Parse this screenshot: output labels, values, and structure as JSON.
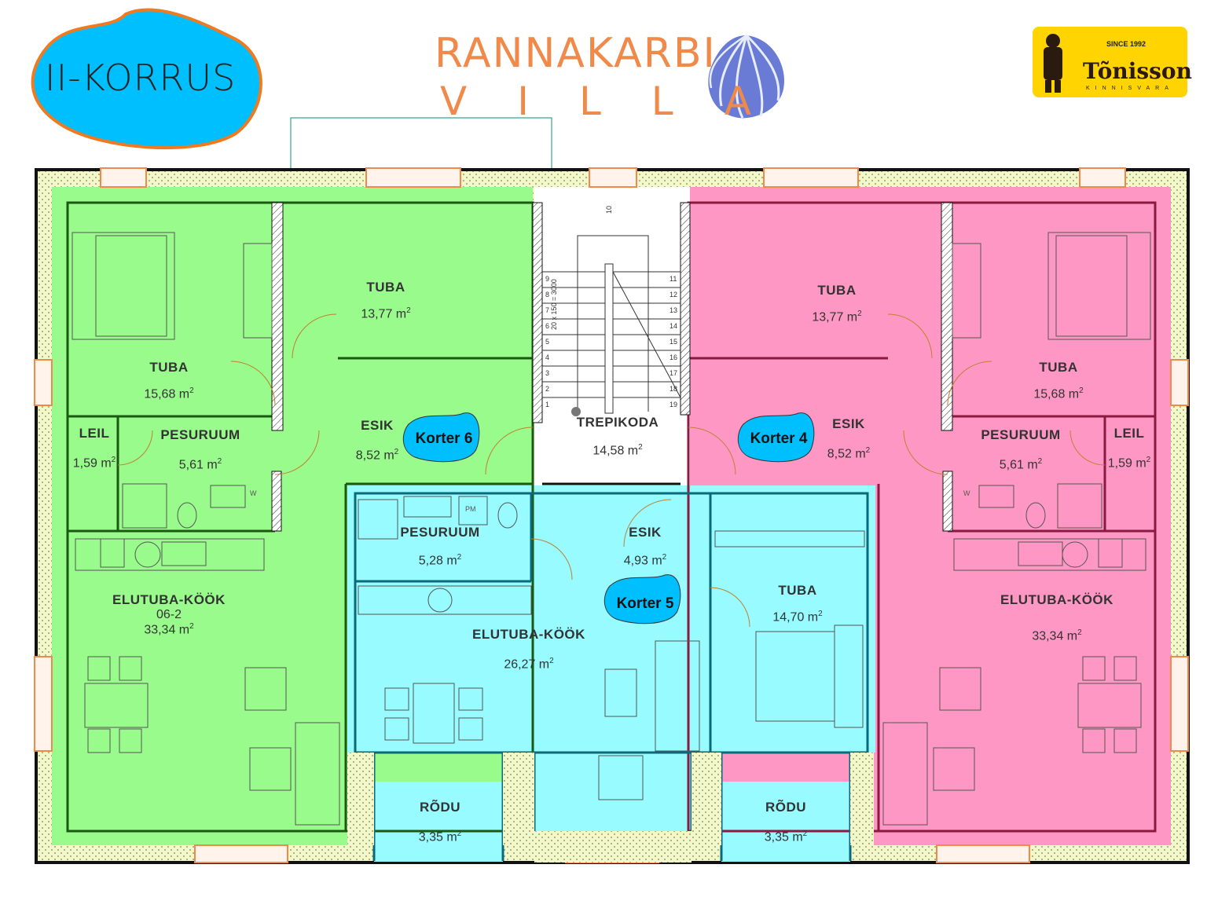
{
  "header": {
    "floor_label": "II-KORRUS",
    "brand_line1": "RANNAKARBI",
    "brand_line2": "VILLA",
    "logo_since": "SINCE 1992",
    "logo_name": "Tõnisson",
    "logo_sub": "KINNISVARA"
  },
  "colors": {
    "unit6": "#98fb8c",
    "unit5": "#97fbff",
    "unit4": "#ff97c4",
    "badge": "#00bfff",
    "accent": "#f08a4b",
    "logo_bg": "#ffd400"
  },
  "units": {
    "korter6": "Korter 6",
    "korter5": "Korter 5",
    "korter4": "Korter 4"
  },
  "rooms": {
    "u6_tuba_big": {
      "name": "TUBA",
      "area": "15,68 m",
      "sup": "2"
    },
    "u6_tuba_small": {
      "name": "TUBA",
      "area": "13,77 m",
      "sup": "2"
    },
    "u6_leil": {
      "name": "LEIL",
      "area": "1,59 m",
      "sup": "2"
    },
    "u6_pesuruum": {
      "name": "PESURUUM",
      "area": "5,61 m",
      "sup": "2"
    },
    "u6_esik": {
      "name": "ESIK",
      "area": "8,52 m",
      "sup": "2"
    },
    "u6_elutuba": {
      "name": "ELUTUBA-KÖÖK",
      "code": "06-2",
      "area": "33,34 m",
      "sup": "2"
    },
    "trepikoda": {
      "name": "TREPIKODA",
      "area": "14,58 m",
      "sup": "2"
    },
    "u5_pesuruum": {
      "name": "PESURUUM",
      "area": "5,28 m",
      "sup": "2"
    },
    "u5_esik": {
      "name": "ESIK",
      "area": "4,93 m",
      "sup": "2"
    },
    "u5_elutuba": {
      "name": "ELUTUBA-KÖÖK",
      "area": "26,27 m",
      "sup": "2"
    },
    "u5_tuba": {
      "name": "TUBA",
      "area": "14,70 m",
      "sup": "2"
    },
    "rodu_left": {
      "name": "RÕDU",
      "area": "3,35 m",
      "sup": "2"
    },
    "rodu_right": {
      "name": "RÕDU",
      "area": "3,35 m",
      "sup": "2"
    },
    "u4_tuba_small": {
      "name": "TUBA",
      "area": "13,77 m",
      "sup": "2"
    },
    "u4_tuba_big": {
      "name": "TUBA",
      "area": "15,68 m",
      "sup": "2"
    },
    "u4_esik": {
      "name": "ESIK",
      "area": "8,52 m",
      "sup": "2"
    },
    "u4_pesuruum": {
      "name": "PESURUUM",
      "area": "5,61 m",
      "sup": "2"
    },
    "u4_leil": {
      "name": "LEIL",
      "area": "1,59 m",
      "sup": "2"
    },
    "u4_elutuba": {
      "name": "ELUTUBA-KÖÖK",
      "area": "33,34 m",
      "sup": "2"
    }
  },
  "stairs": {
    "spec": "20 x 150 = 3000",
    "top_step": "10",
    "left_steps": [
      "9",
      "8",
      "7",
      "6",
      "5",
      "4",
      "3",
      "2",
      "1"
    ],
    "right_steps": [
      "11",
      "12",
      "13",
      "14",
      "15",
      "16",
      "17",
      "18",
      "19"
    ]
  },
  "fixtures": {
    "washer": "W",
    "pm": "PM"
  }
}
